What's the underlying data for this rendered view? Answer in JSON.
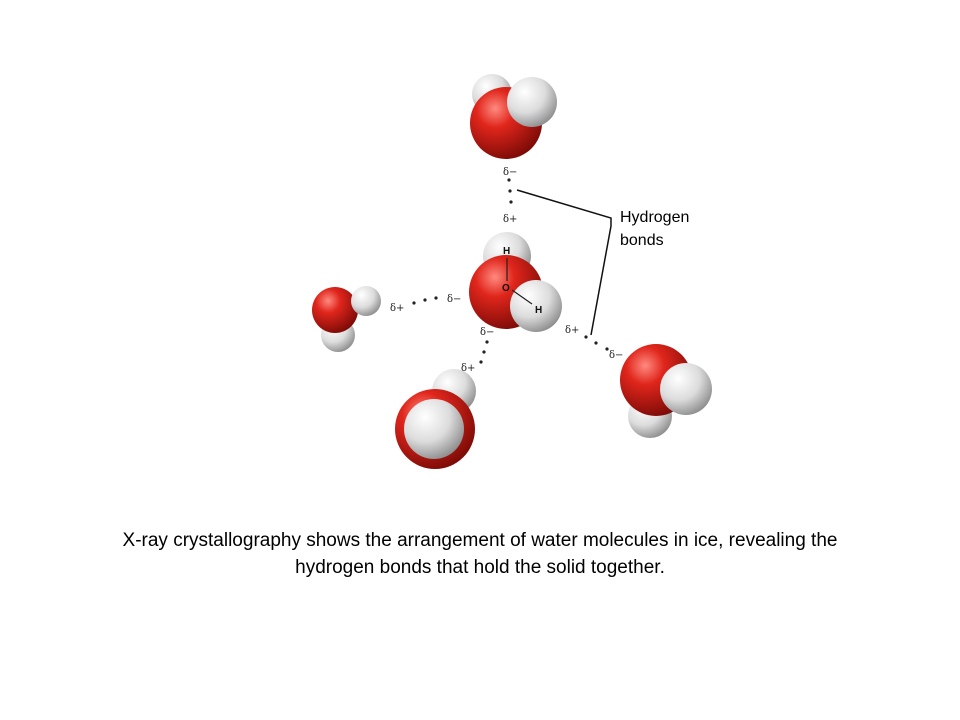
{
  "labels": {
    "callout_line1": "Hydrogen",
    "callout_line2": "bonds",
    "delta_minus": "δ−",
    "delta_plus": "δ+",
    "atom_h": "H",
    "atom_o": "O"
  },
  "caption": {
    "line1": "X-ray crystallography shows the arrangement of water molecules in ice, revealing the",
    "line2": "hydrogen bonds that hold the solid together."
  },
  "colors": {
    "oxygen": "#e0261c",
    "hydrogen": "#e8e8e8",
    "line": "#222222"
  }
}
